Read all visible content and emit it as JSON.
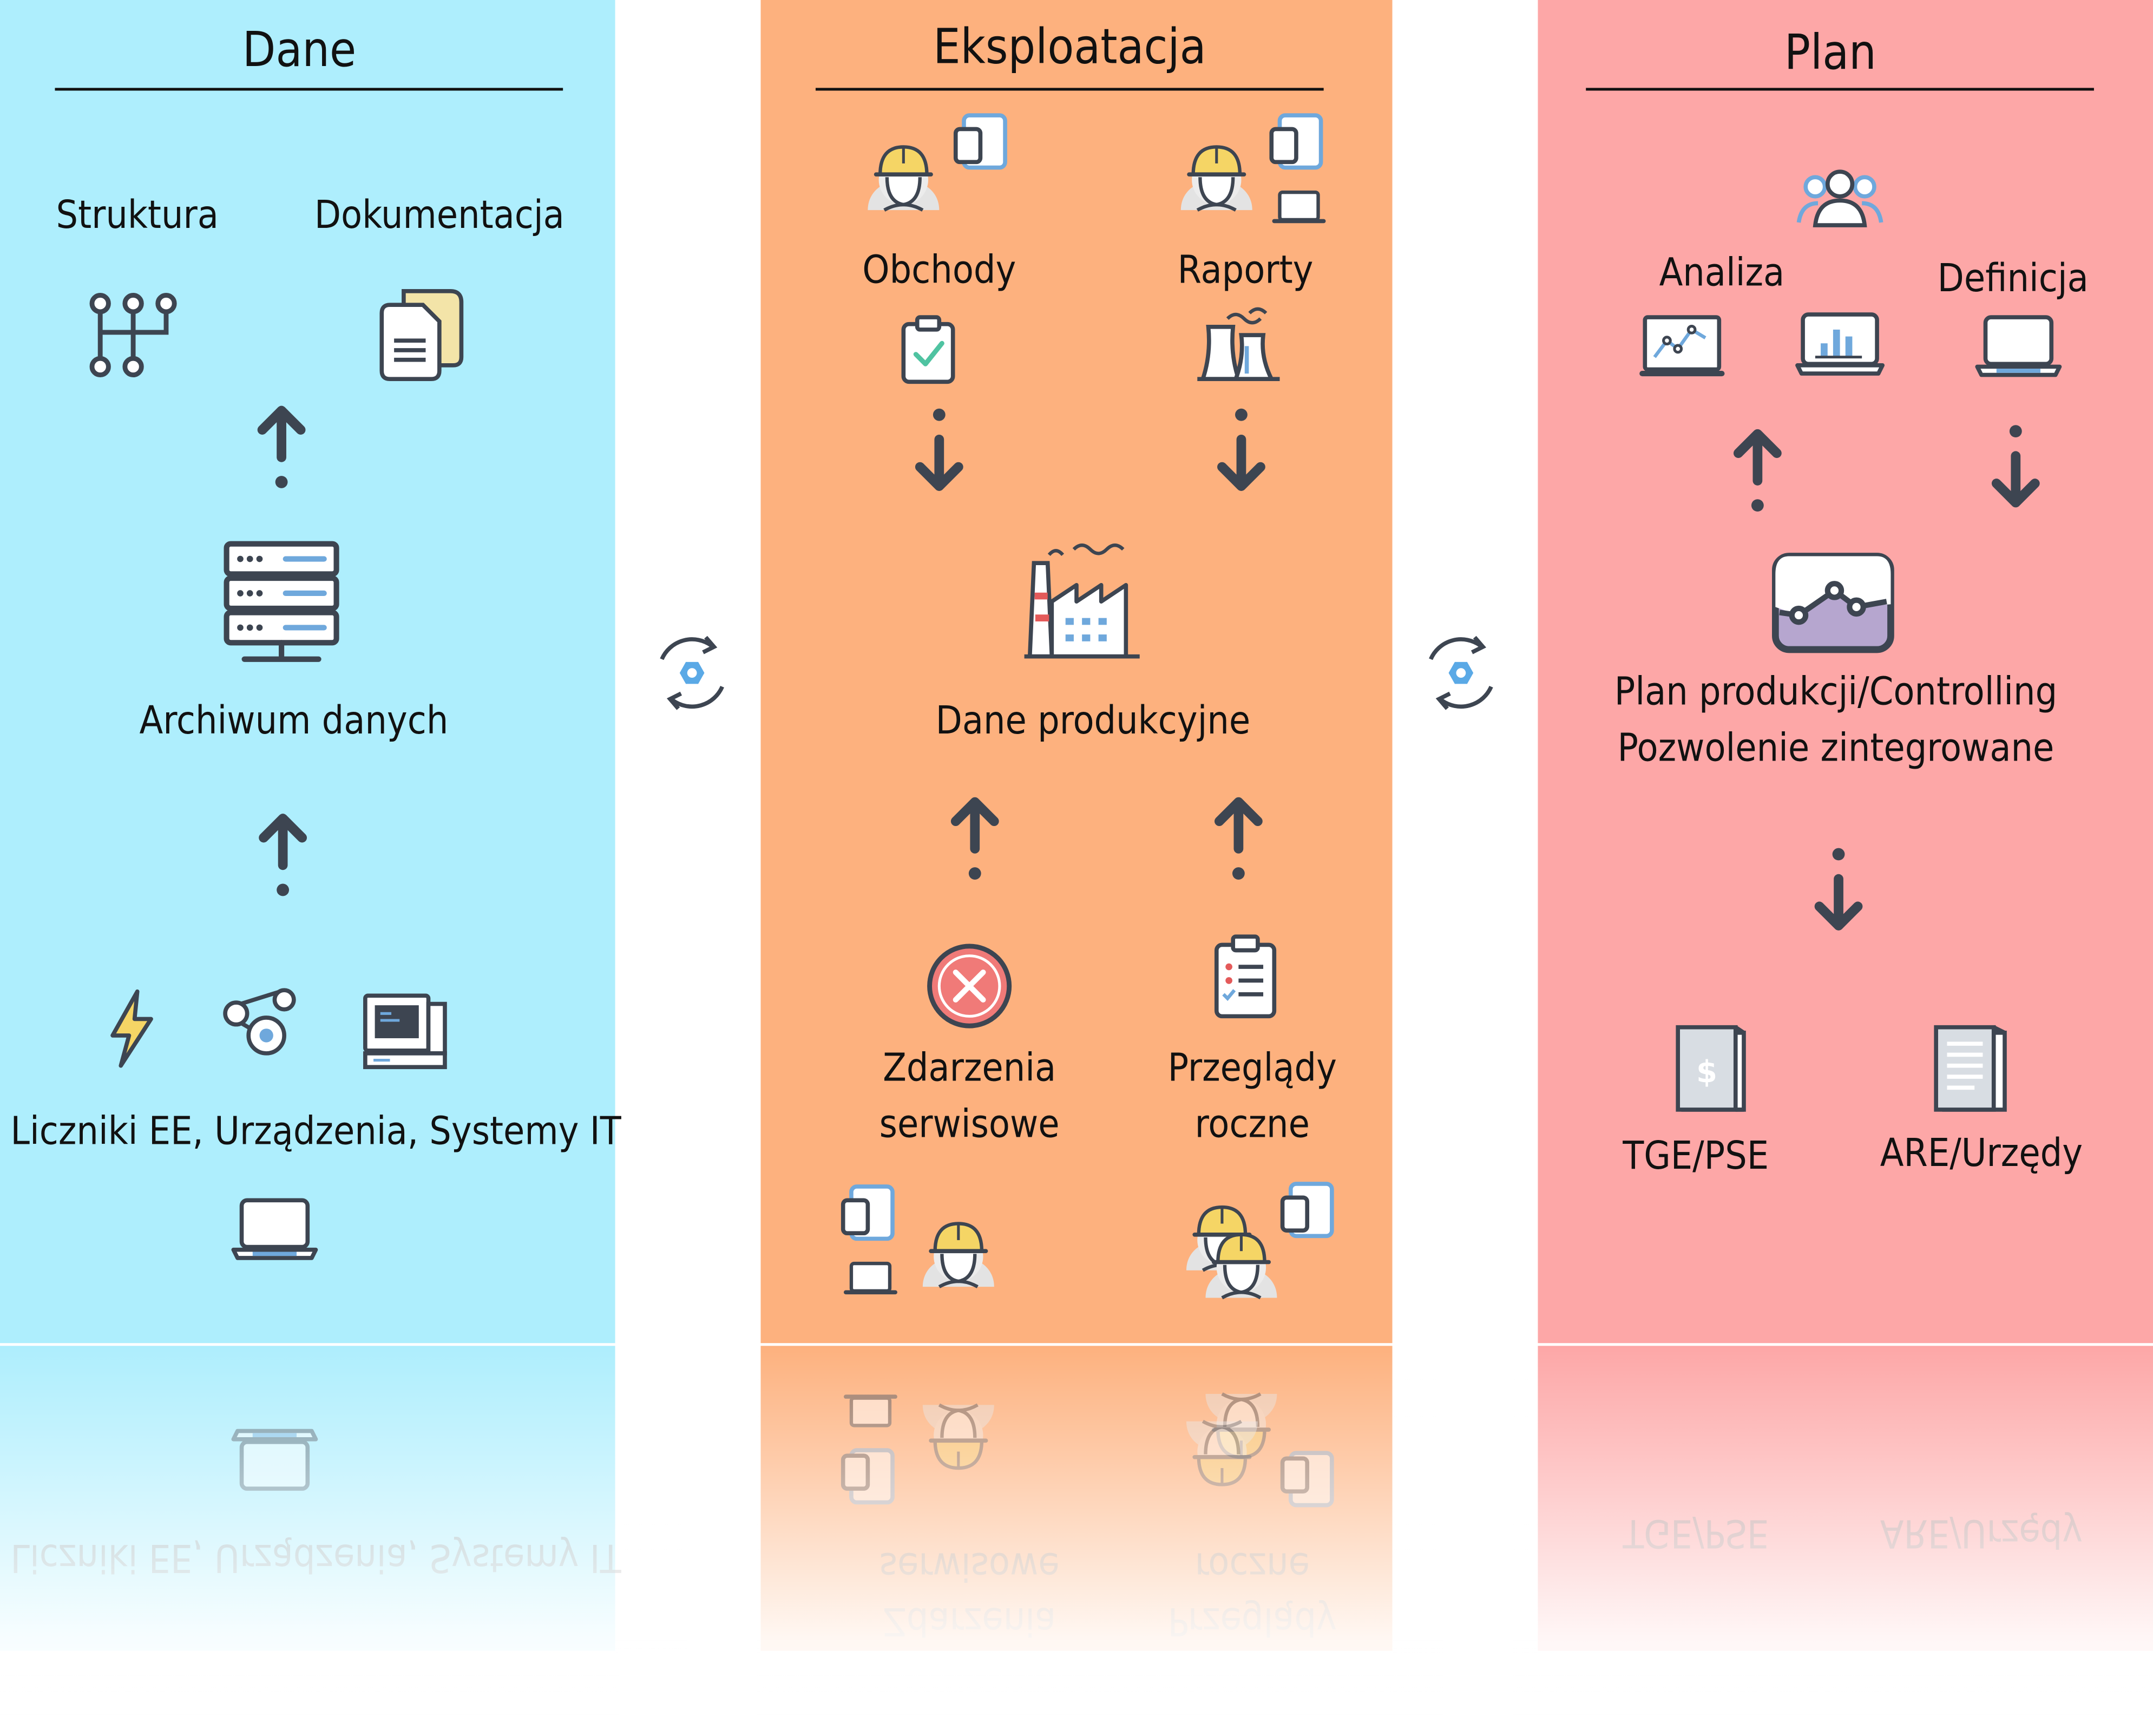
{
  "colors": {
    "dane_bg": "#aeeefd",
    "eksploatacja_bg": "#fdb17e",
    "plan_bg": "#fda7a7",
    "icon_dark": "#3d4551",
    "icon_blue": "#6fa8dc",
    "helmet": "#f5d565",
    "error_red": "#f07a78"
  },
  "columns": {
    "dane": {
      "title": "Dane",
      "structure_label": "Struktura",
      "documentation_label": "Dokumentacja",
      "archive_label": "Archiwum danych",
      "sources_label": "Liczniki EE, Urządzenia, Systemy IT"
    },
    "eksploatacja": {
      "title": "Eksploatacja",
      "rounds_label": "Obchody",
      "reports_label": "Raporty",
      "production_label": "Dane produkcyjne",
      "service_label_1": "Zdarzenia",
      "service_label_2": "serwisowe",
      "inspections_label_1": "Przeglądy",
      "inspections_label_2": "roczne"
    },
    "plan": {
      "title": "Plan",
      "analysis_label": "Analiza",
      "definition_label": "Definicja",
      "plan_label_1": "Plan produkcji/Controlling",
      "plan_label_2": "Pozwolenie zintegrowane",
      "tge_label": "TGE/PSE",
      "are_label": "ARE/Urzędy"
    }
  },
  "icons": [
    "flow-arrow-icon",
    "sync-icon",
    "server-icon",
    "gear-network-icon",
    "documents-icon",
    "lightning-icon",
    "belt-device-icon",
    "computer-icon",
    "laptop-icon",
    "worker-helmet-icon",
    "tablet-icon",
    "clipboard-check-icon",
    "power-plant-icon",
    "factory-icon",
    "error-icon",
    "checklist-icon",
    "users-icon",
    "line-chart-laptop-icon",
    "bar-chart-laptop-icon",
    "chart-window-icon",
    "invoice-icon",
    "report-doc-icon"
  ]
}
